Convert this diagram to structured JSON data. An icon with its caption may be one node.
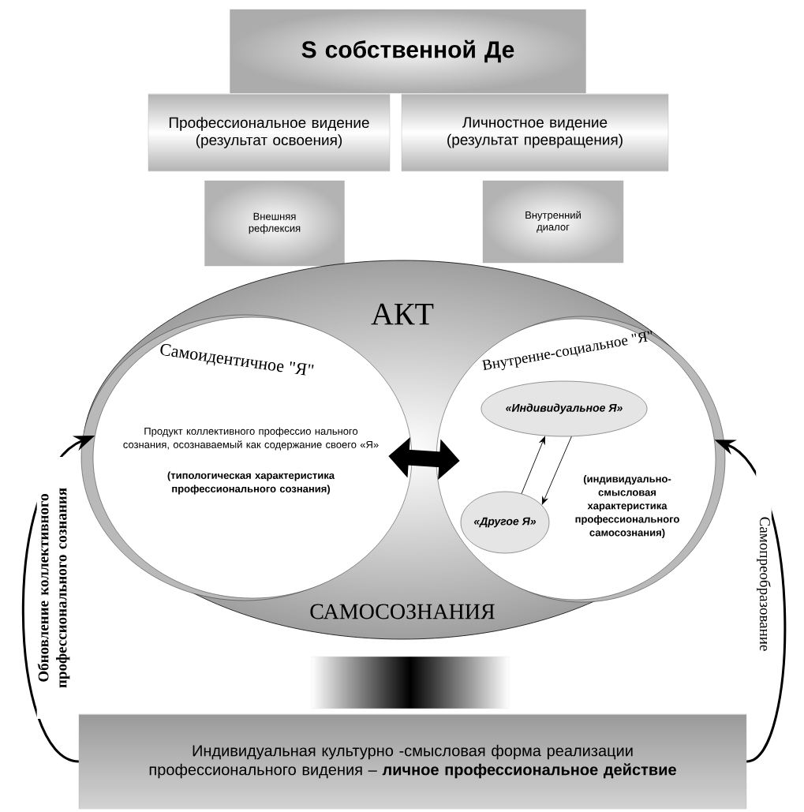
{
  "diagram": {
    "nodes": [
      {
        "text": [
          "S собственной Де"
        ]
      },
      {
        "text": [
          "Профессиональное видение (результат освоения)"
        ]
      },
      {
        "text": [
          "Личностное видение (результат превращения)"
        ]
      },
      {
        "text": [
          "Внешняя рефлексия"
        ]
      },
      {
        "text": [
          "Внутренний диалог"
        ]
      },
      {
        "text": [
          "АКТ",
          "САМОСОЗНАНИЯ"
        ]
      },
      {
        "text": [
          "Самоидентичное \"Я\"",
          "Продукт коллективного профессио нального сознания, осознаваемый как содержание своего «Я»",
          "(типологическая характеристика профессионального сознания)"
        ],
        "in": 5
      },
      {
        "text": [
          "Внутренне-социальное \"Я\"",
          "(индивидуально-смысловая характеристика профессионального самосознания)"
        ],
        "in": 5
      },
      {
        "text": [
          "«Индивидуальное Я»"
        ],
        "in": 7
      },
      {
        "text": [
          "«Другое Я»"
        ],
        "in": 7
      },
      {
        "text": [
          "Индивидуальная культурно -смысловая форма реализации профессионального видения – **личное профессиональное действие**"
        ]
      }
    ],
    "edges": [
      {
        "from": 6,
        "to": 7,
        "arrow": "both",
        "style": "thick"
      },
      {
        "from": 9,
        "to": 8,
        "arrow": "to"
      },
      {
        "from": 8,
        "to": 9,
        "arrow": "to"
      },
      {
        "from": 10,
        "to": 6,
        "arrow": "to",
        "label": "Обновление коллективного профессионального сознания"
      },
      {
        "from": 10,
        "to": 7,
        "arrow": "to",
        "label": "Самопреобразование"
      }
    ]
  }
}
